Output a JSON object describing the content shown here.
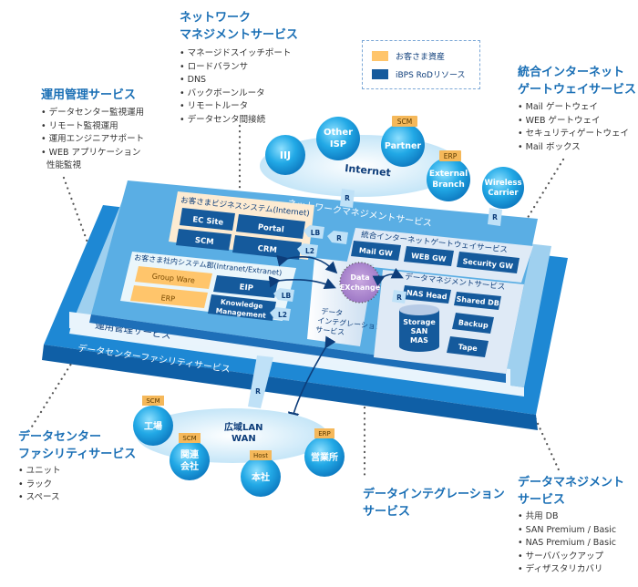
{
  "legend": {
    "items": [
      {
        "label": "お客さま資産",
        "color": "#ffc56b"
      },
      {
        "label": "iBPS RoDリソース",
        "color": "#155a9c"
      }
    ]
  },
  "callouts": {
    "network": {
      "title": [
        "ネットワーク",
        "マネジメントサービス"
      ],
      "items": [
        "マネージドスイッチポート",
        "ロードバランサ",
        "DNS",
        "バックボーンルータ",
        "リモートルータ",
        "データセンタ間接続"
      ]
    },
    "operation": {
      "title": [
        "運用管理サービス"
      ],
      "items": [
        "データセンター監視運用",
        "リモート監視運用",
        "運用エンジニアサポート",
        "WEB アプリケーション",
        "性能監視"
      ]
    },
    "gateway": {
      "title": [
        "統合インターネット",
        "ゲートウェイサービス"
      ],
      "items": [
        "Mail ゲートウェイ",
        "WEB ゲートウェイ",
        "セキュリティゲートウェイ",
        "Mail ボックス"
      ]
    },
    "facility": {
      "title": [
        "データセンター",
        "ファシリティサービス"
      ],
      "items": [
        "ユニット",
        "ラック",
        "スペース"
      ]
    },
    "integration": {
      "title": [
        "データインテグレーション",
        "サービス"
      ]
    },
    "data_mgmt": {
      "title": [
        "データマネジメント",
        "サービス"
      ],
      "items": [
        "共用 DB",
        "SAN Premium / Basic",
        "NAS Premium / Basic",
        "サーババックアップ",
        "ディザスタリカバリ"
      ]
    }
  },
  "internet": {
    "label": "Internet",
    "nodes": [
      {
        "label": [
          "IIJ"
        ],
        "tag": ""
      },
      {
        "label": [
          "Other",
          "ISP"
        ],
        "tag": ""
      },
      {
        "label": [
          "Partner"
        ],
        "tag": "SCM"
      },
      {
        "label": [
          "External",
          "Branch"
        ],
        "tag": "ERP"
      },
      {
        "label": [
          "Wireless",
          "Carrier"
        ],
        "tag": ""
      }
    ]
  },
  "platform": {
    "network_layer": "ネットワークマネジメントサービス",
    "operation_layer": "運用管理サービス",
    "facility_layer": "データセンターファシリティサービス",
    "business": {
      "title": "お客さまビジネスシステム(Internet)",
      "boxes": [
        "EC Site",
        "Portal",
        "SCM",
        "CRM"
      ]
    },
    "intranet": {
      "title": "お客さま社内システム郡(Intranet/Extranet)",
      "customer_boxes": [
        "Group Ware",
        "ERP"
      ],
      "rod_boxes": [
        "EIP",
        "Knowledge",
        "Management"
      ]
    },
    "gateway": {
      "title": "統合インターネットゲートウェイサービス",
      "boxes": [
        "Mail GW",
        "WEB GW",
        "Security GW"
      ]
    },
    "integration": {
      "exchange": [
        "Data",
        "EXchange"
      ],
      "label": [
        "データ",
        "インテグレーション",
        "サービス"
      ]
    },
    "data_mgmt": {
      "title": "データマネジメントサービス",
      "boxes": [
        "NAS Head",
        "Shared DB",
        "Backup",
        "Tape"
      ],
      "storage": [
        "Storage",
        "SAN",
        "MAS"
      ]
    },
    "connectors": {
      "lb": "LB",
      "l2": "L2",
      "r": "R"
    }
  },
  "wan": {
    "label": [
      "広域LAN",
      "WAN"
    ],
    "nodes": [
      {
        "label": [
          "工場"
        ],
        "tag": "SCM"
      },
      {
        "label": [
          "関連",
          "会社"
        ],
        "tag": "SCM"
      },
      {
        "label": [
          "本社"
        ],
        "tag": "Host"
      },
      {
        "label": [
          "営業所"
        ],
        "tag": "ERP"
      }
    ]
  },
  "colors": {
    "caption": "#1a6fb5",
    "rod": "#155a9c",
    "customer": "#ffc56b",
    "facility": "#1e88d4",
    "bubble": "#2aa6e0"
  }
}
